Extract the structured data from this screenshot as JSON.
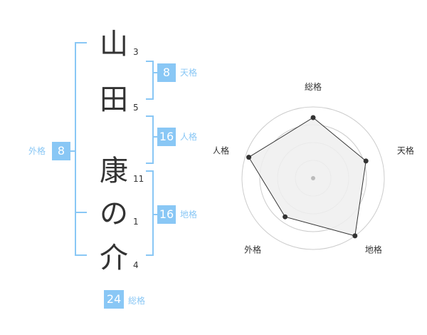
{
  "name_chars": [
    {
      "char": "山",
      "strokes": "3"
    },
    {
      "char": "田",
      "strokes": "5"
    },
    {
      "char": "康",
      "strokes": "11"
    },
    {
      "char": "の",
      "strokes": "1"
    },
    {
      "char": "介",
      "strokes": "4"
    }
  ],
  "kakusu": {
    "tenkaku": {
      "label": "天格",
      "value": "8"
    },
    "jinkaku": {
      "label": "人格",
      "value": "16"
    },
    "chikaku": {
      "label": "地格",
      "value": "16"
    },
    "gaikaku": {
      "label": "外格",
      "value": "8"
    },
    "soukaku": {
      "label": "総格",
      "value": "24"
    }
  },
  "colors": {
    "accent": "#89c7f5",
    "text": "#333333",
    "grid": "#cccccc",
    "fill": "#eeeeee"
  },
  "chart_data": {
    "type": "radar",
    "axes": [
      "総格",
      "天格",
      "地格",
      "外格",
      "人格"
    ],
    "values": [
      0.85,
      0.78,
      1.0,
      0.67,
      0.95
    ],
    "rings": 4
  }
}
